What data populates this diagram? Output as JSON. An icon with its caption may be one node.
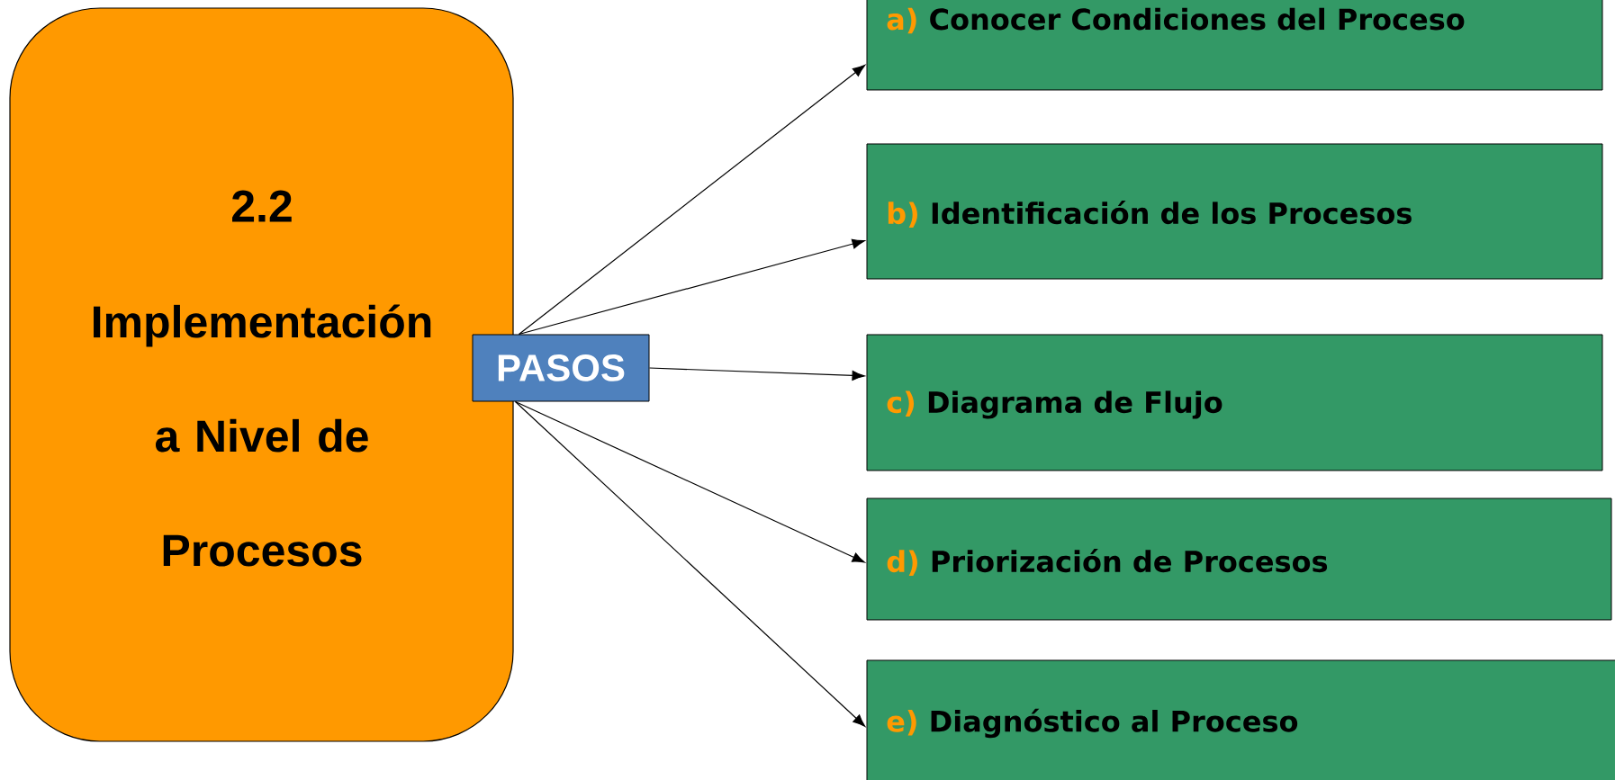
{
  "diagram": {
    "nodes": [
      {
        "text": [
          "2.2",
          "Implementación a Nivel de Procesos"
        ]
      },
      {
        "text": [
          "PASOS"
        ]
      },
      {
        "text": [
          "a)",
          "Conocer Condiciones del Proceso"
        ]
      },
      {
        "text": [
          "b)",
          "Identificación de los Procesos"
        ]
      },
      {
        "text": [
          "c)",
          "Diagrama de Flujo"
        ]
      },
      {
        "text": [
          "d)",
          "Priorización de Procesos"
        ]
      },
      {
        "text": [
          "e)",
          "Diagnóstico al Proceso"
        ]
      }
    ],
    "edges": [
      {
        "from": 1,
        "to": 2,
        "arrow": "to"
      },
      {
        "from": 1,
        "to": 3,
        "arrow": "to"
      },
      {
        "from": 1,
        "to": 4,
        "arrow": "to"
      },
      {
        "from": 1,
        "to": 5,
        "arrow": "to"
      },
      {
        "from": 1,
        "to": 6,
        "arrow": "to"
      }
    ]
  }
}
